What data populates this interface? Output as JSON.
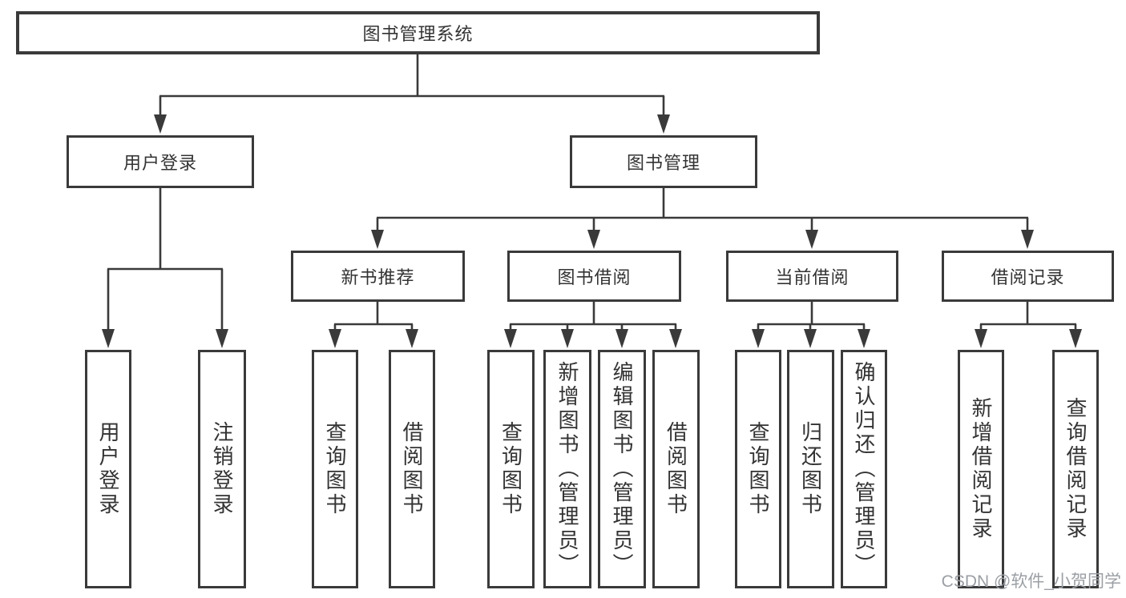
{
  "tree": {
    "label": "图书管理系统",
    "children": [
      {
        "label": "用户登录",
        "children": [
          {
            "label": "用户登录"
          },
          {
            "label": "注销登录"
          }
        ]
      },
      {
        "label": "图书管理",
        "children": [
          {
            "label": "新书推荐",
            "children": [
              {
                "label": "查询图书"
              },
              {
                "label": "借阅图书"
              }
            ]
          },
          {
            "label": "图书借阅",
            "children": [
              {
                "label": "查询图书"
              },
              {
                "label": "新增图书（管理员）"
              },
              {
                "label": "编辑图书（管理员）"
              },
              {
                "label": "借阅图书"
              }
            ]
          },
          {
            "label": "当前借阅",
            "children": [
              {
                "label": "查询图书"
              },
              {
                "label": "归还图书"
              },
              {
                "label": "确认归还（管理员）"
              }
            ]
          },
          {
            "label": "借阅记录",
            "children": [
              {
                "label": "新增借阅记录"
              },
              {
                "label": "查询借阅记录"
              }
            ]
          }
        ]
      }
    ]
  },
  "watermark": {
    "text": "CSDN @软件_小贺同学"
  },
  "colors": {
    "line": "#3a3a3a",
    "text": "#333333",
    "watermark": "#9b9fa4",
    "background": "#ffffff"
  }
}
